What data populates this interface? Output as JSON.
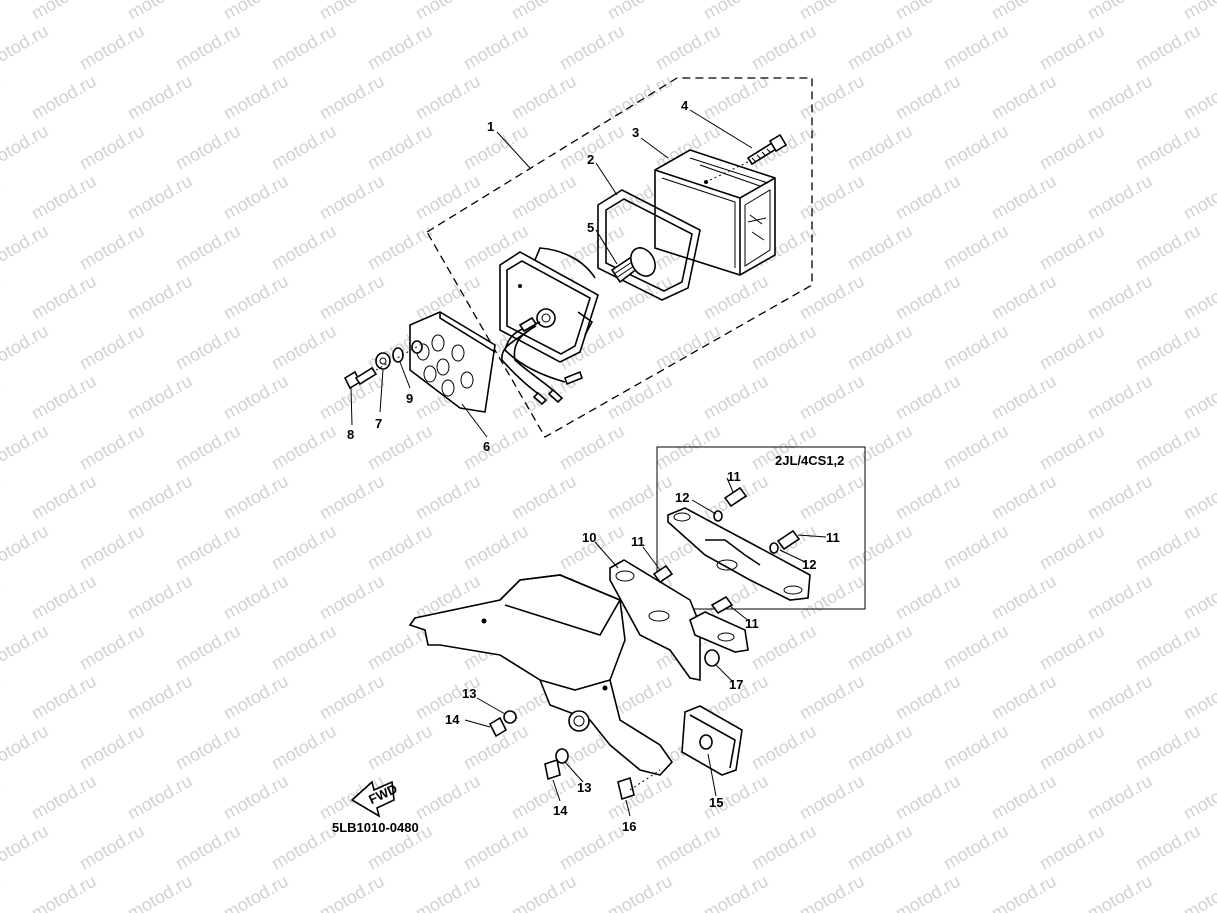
{
  "watermark": "motod.ru",
  "diagram_code": "5LB1010-0480",
  "variant_note": "2JL/4CS1,2",
  "direction_marker": "FWD",
  "callouts": {
    "c1": "1",
    "c2": "2",
    "c3": "3",
    "c4": "4",
    "c5": "5",
    "c6": "6",
    "c7": "7",
    "c8": "8",
    "c9": "9",
    "c10": "10",
    "c11a": "11",
    "c11b": "11",
    "c11c": "11",
    "c11d": "11",
    "c12a": "12",
    "c12b": "12",
    "c13a": "13",
    "c13b": "13",
    "c14a": "14",
    "c14b": "14",
    "c15": "15",
    "c16": "16",
    "c17": "17"
  }
}
